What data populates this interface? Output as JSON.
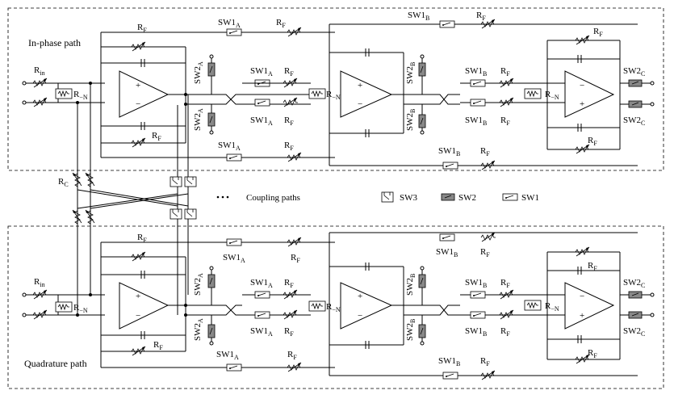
{
  "paths": {
    "inphase": "In-phase path",
    "quadrature": "Quadrature path"
  },
  "legend": {
    "coupling": "Coupling paths",
    "sw3": "SW3",
    "sw2": "SW2",
    "sw1": "SW1"
  },
  "labels": {
    "rf_main": "R",
    "rf_sub": "F",
    "rin_main": "R",
    "rin_sub": "in",
    "rn_main": "R",
    "rn_sub": "−N",
    "rc_main": "R",
    "rc_sub": "C",
    "sw1": "SW1",
    "sw2": "SW2",
    "sub_a": "A",
    "sub_b": "B",
    "sub_c": "C"
  }
}
